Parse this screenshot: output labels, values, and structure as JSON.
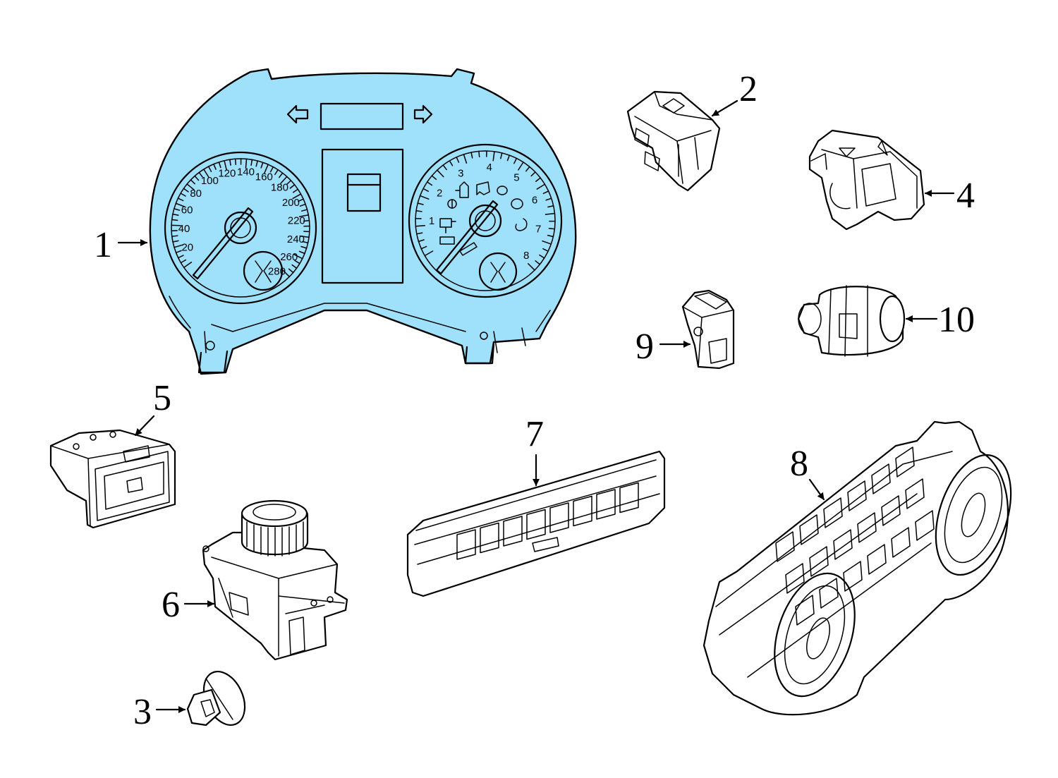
{
  "diagram": {
    "highlight_color": "#9fe0fb",
    "line_color": "#000000",
    "callouts": [
      {
        "id": "1",
        "label": "1"
      },
      {
        "id": "2",
        "label": "2"
      },
      {
        "id": "3",
        "label": "3"
      },
      {
        "id": "4",
        "label": "4"
      },
      {
        "id": "5",
        "label": "5"
      },
      {
        "id": "6",
        "label": "6"
      },
      {
        "id": "7",
        "label": "7"
      },
      {
        "id": "8",
        "label": "8"
      },
      {
        "id": "9",
        "label": "9"
      },
      {
        "id": "10",
        "label": "10"
      }
    ],
    "speedometer_ticks": [
      "20",
      "40",
      "60",
      "80",
      "100",
      "120",
      "140",
      "160",
      "180",
      "200",
      "220",
      "240",
      "260",
      "280"
    ],
    "tachometer_ticks": [
      "1",
      "2",
      "3",
      "4",
      "5",
      "6",
      "7",
      "8"
    ]
  }
}
